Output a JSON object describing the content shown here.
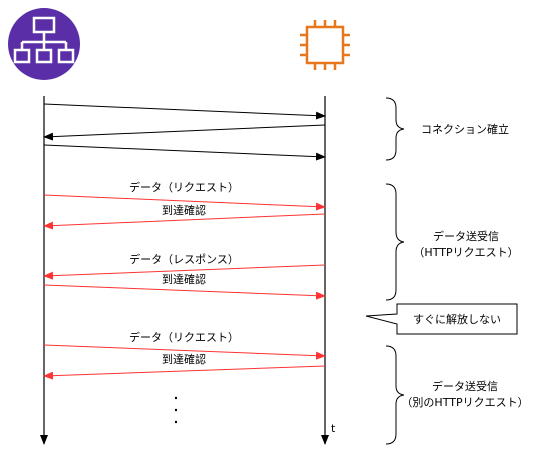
{
  "colors": {
    "client_icon": "#5a2ea6",
    "server_icon": "#e8761a",
    "line": "#000000",
    "data_arrow": "#ff3333",
    "callout_border": "#000000"
  },
  "icons": {
    "client": "network-hierarchy-icon",
    "server": "chip-icon"
  },
  "arrows": {
    "req1_label": "データ（リクエスト）",
    "ack1_label": "到達確認",
    "res_label": "データ（レスポンス）",
    "ack2_label": "到達確認",
    "req2_label": "データ（リクエスト）",
    "ack3_label": "到達確認"
  },
  "server_time_label": "t",
  "ellipsis": ".\n.\n.",
  "braces": {
    "connection": "コネクション確立",
    "transfer1_line1": "データ送受信",
    "transfer1_line2": "（HTTPリクエスト）",
    "transfer2_line1": "データ送受信",
    "transfer2_line2": "（別のHTTPリクエスト）"
  },
  "callout": "すぐに解放しない"
}
